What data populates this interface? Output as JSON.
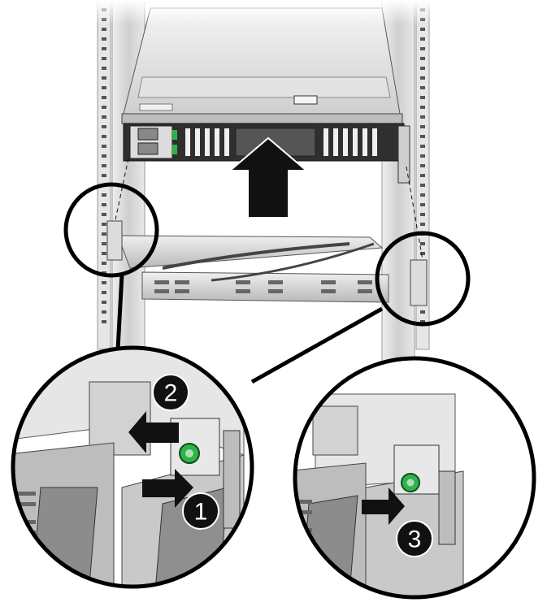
{
  "figure": {
    "steps": [
      {
        "number": "1",
        "shape": "arrow-right"
      },
      {
        "number": "2",
        "shape": "arrow-left"
      },
      {
        "number": "3",
        "shape": "arrow-right"
      }
    ],
    "colors": {
      "rack_post": "#d7d7d7",
      "server_top": "#dcdcdc",
      "server_back": "#2e2e2e",
      "arm": "#cfcfcf",
      "arrow": "#111111",
      "callout_outline": "#000000",
      "latch_green": "#2fb24a"
    },
    "icons": [
      "rack-post-icon",
      "server-chassis-icon",
      "cable-management-arm-icon",
      "push-arrow-icon",
      "green-latch-icon"
    ]
  }
}
